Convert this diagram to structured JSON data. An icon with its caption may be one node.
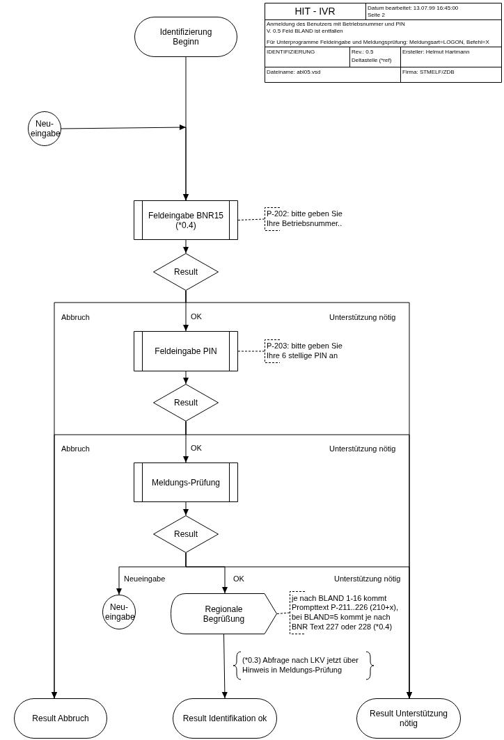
{
  "diagram": {
    "nodes": [
      {
        "text": [
          "Identifizierung Beginn"
        ]
      },
      {
        "text": [
          "Neu- eingabe"
        ]
      },
      {
        "text": [
          "Feldeingabe BNR15 (*0.4)"
        ]
      },
      {
        "text": [
          "P-202: bitte geben Sie Ihre Betriebsnummer.."
        ]
      },
      {
        "text": [
          "Result"
        ]
      },
      {
        "text": [
          "Feldeingabe PIN"
        ]
      },
      {
        "text": [
          "P-203: bitte geben Sie Ihre 6 stellige PIN an"
        ]
      },
      {
        "text": [
          "Result"
        ]
      },
      {
        "text": [
          "Meldungs-Prüfung"
        ]
      },
      {
        "text": [
          "Result"
        ]
      },
      {
        "text": [
          "Neu- eingabe"
        ]
      },
      {
        "text": [
          "Regionale Begrüßung"
        ]
      },
      {
        "text": [
          "je nach BLAND 1-16 kommt Prompttext P-211..226 (210+x), bei BLAND=5 kommt je nach BNR Text 227 oder 228 (*0.4)"
        ]
      },
      {
        "text": [
          "Result Abbruch"
        ]
      },
      {
        "text": [
          "Result Identifikation ok"
        ]
      },
      {
        "text": [
          "Result Unterstützung nötig"
        ]
      }
    ],
    "edges": [
      {
        "from": 0,
        "to": 2,
        "arrow": "to"
      },
      {
        "from": 1,
        "to": 2,
        "arrow": "to"
      },
      {
        "from": 2,
        "to": 3,
        "arrow": "none",
        "style": "dashed"
      },
      {
        "from": 2,
        "to": 4,
        "arrow": "to"
      },
      {
        "from": 4,
        "to": 5,
        "arrow": "to",
        "label": "OK"
      },
      {
        "from": 4,
        "to": 13,
        "arrow": "to",
        "label": "Abbruch"
      },
      {
        "from": 4,
        "to": 15,
        "arrow": "to",
        "label": "Unterstützung nötig"
      },
      {
        "from": 5,
        "to": 6,
        "arrow": "none",
        "style": "dashed"
      },
      {
        "from": 5,
        "to": 7,
        "arrow": "to"
      },
      {
        "from": 7,
        "to": 8,
        "arrow": "to",
        "label": "OK"
      },
      {
        "from": 7,
        "to": 13,
        "arrow": "to",
        "label": "Abbruch"
      },
      {
        "from": 7,
        "to": 15,
        "arrow": "to",
        "label": "Unterstützung nötig"
      },
      {
        "from": 8,
        "to": 9,
        "arrow": "to"
      },
      {
        "from": 9,
        "to": 10,
        "arrow": "to",
        "label": "Neueingabe"
      },
      {
        "from": 9,
        "to": 11,
        "arrow": "to",
        "label": "OK"
      },
      {
        "from": 9,
        "to": 15,
        "arrow": "to",
        "label": "Unterstützung nötig"
      },
      {
        "from": 11,
        "to": 12,
        "arrow": "none",
        "style": "dashed"
      },
      {
        "from": 11,
        "to": 14,
        "arrow": "to"
      }
    ],
    "labels": [
      "HIT - IVR",
      "Datum bearbeitet: 13.07.99 16:45:00",
      "Seite 2",
      "Anmeldung des Benutzers mit Betriebsnummer und PIN",
      "V. 0.5 Feld BLAND ist entfallen",
      "Für Unterprogramme Feldeingabe und Meldungsprüfung: Meldungsart=LOGON, Befehl=X",
      "IDENTIFIZIERUNG",
      "Rev.: 0.5",
      "Deltastelle (*ref)",
      "Ersteller: Helmut Hartmann",
      "Dateiname: abl05.vsd",
      "Firma: STMELF/ZDB",
      "(*0.3) Abfrage nach LKV jetzt über Hinweis in Meldungs-Prüfung"
    ]
  }
}
